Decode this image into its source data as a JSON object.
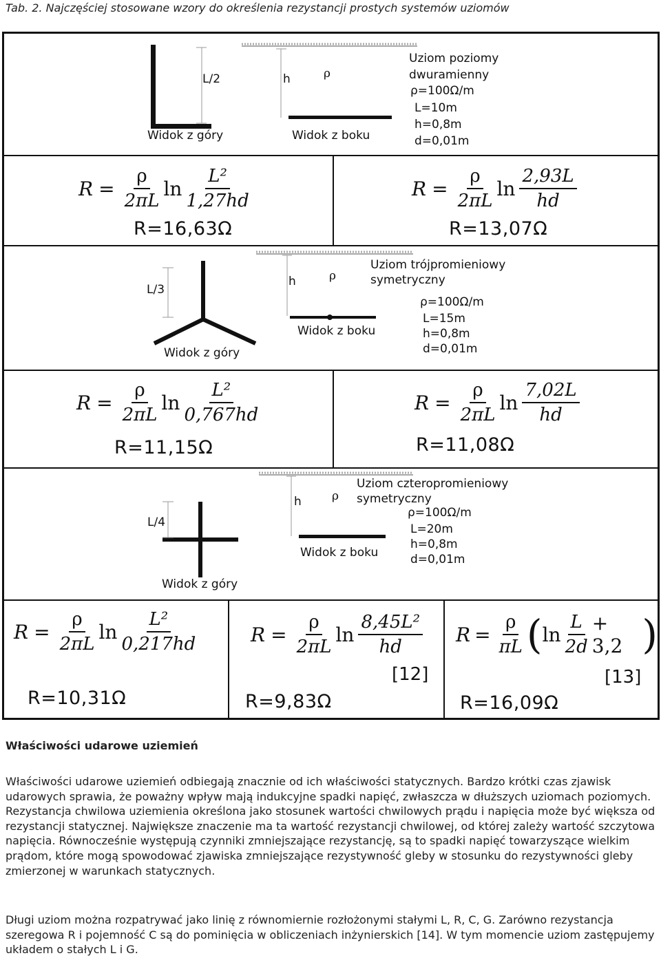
{
  "caption": "Tab. 2. Najczęściej stosowane wzory do określenia rezystancji prostych systemów uziomów",
  "figure": {
    "section1": {
      "dims": {
        "top_view_dim": "L/2",
        "side_view_dim": "h",
        "rho": "ρ"
      },
      "top_view_label": "Widok z góry",
      "side_view_label": "Widok z boku",
      "title_lines": [
        "Uziom poziomy",
        "dwuramienny"
      ],
      "params": [
        "ρ=100Ω/m",
        "L=10m",
        "h=0,8m",
        "d=0,01m"
      ],
      "formula_left": {
        "num_main": "L²",
        "den_main": "1,27hd",
        "result": "R=16,63Ω"
      },
      "formula_right": {
        "num_main": "2,93L",
        "den_main": "hd",
        "result": "R=13,07Ω"
      }
    },
    "section2": {
      "dims": {
        "top_view_dim": "L/3",
        "side_view_dim": "h",
        "rho": "ρ"
      },
      "top_view_label": "Widok z góry",
      "side_view_label": "Widok z boku",
      "title_lines": [
        "Uziom trójpromieniowy",
        "symetryczny"
      ],
      "params": [
        "ρ=100Ω/m",
        "L=15m",
        "h=0,8m",
        "d=0,01m"
      ],
      "formula_left": {
        "num_main": "L²",
        "den_main": "0,767hd",
        "result": "R=11,15Ω"
      },
      "formula_right": {
        "num_main": "7,02L",
        "den_main": "hd",
        "result": "R=11,08Ω"
      }
    },
    "section3": {
      "dims": {
        "top_view_dim": "L/4",
        "side_view_dim": "h",
        "rho": "ρ"
      },
      "top_view_label": "Widok z góry",
      "side_view_label": "Widok z boku",
      "title_lines": [
        "Uziom czteropromieniowy",
        "symetryczny"
      ],
      "params": [
        "ρ=100Ω/m",
        "L=20m",
        "h=0,8m",
        "d=0,01m"
      ],
      "formula_a": {
        "num_main": "L²",
        "den_main": "0,217hd",
        "result": "R=10,31Ω"
      },
      "formula_b": {
        "num_main": "8,45L²",
        "den_main": "hd",
        "ref": "[12]",
        "result": "R=9,83Ω"
      },
      "formula_c": {
        "num_main": "L",
        "den_main": "2d",
        "tail": "+ 3,2",
        "ref": "[13]",
        "result": "R=16,09Ω"
      }
    },
    "common": {
      "R": "R",
      "eq": "=",
      "rho": "ρ",
      "den_2piL": "2πL",
      "den_piL": "πL",
      "ln": "ln"
    }
  },
  "heading": "Właściwości udarowe uziemień",
  "paragraph1": "Właściwości udarowe uziemień odbiegają znacznie od ich właściwości statycznych. Bardzo krótki czas zjawisk udarowych sprawia, że poważny wpływ mają indukcyjne spadki napięć, zwłaszcza w dłuższych uziomach poziomych. Rezystancja chwilowa uziemienia określona jako stosunek wartości chwilowych prądu i napięcia może być większa od rezystancji statycznej. Największe znaczenie ma ta wartość rezystancji chwilowej, od której zależy wartość szczytowa napięcia. Równocześnie występują czynniki zmniejszające rezystancję, są to spadki napięć towarzyszące wielkim prądom, które mogą spowodować zjawiska zmniejszające rezystywność gleby w stosunku do rezystywności gleby zmierzonej w warunkach statycznych.",
  "paragraph2": "Długi uziom można rozpatrywać jako linię z równomiernie rozłożonymi stałymi L, R, C, G. Zarówno rezystancja szeregowa R i pojemność C są do pominięcia w obliczeniach inżynierskich [14]. W tym momencie uziom zastępujemy układem o stałych L i G."
}
